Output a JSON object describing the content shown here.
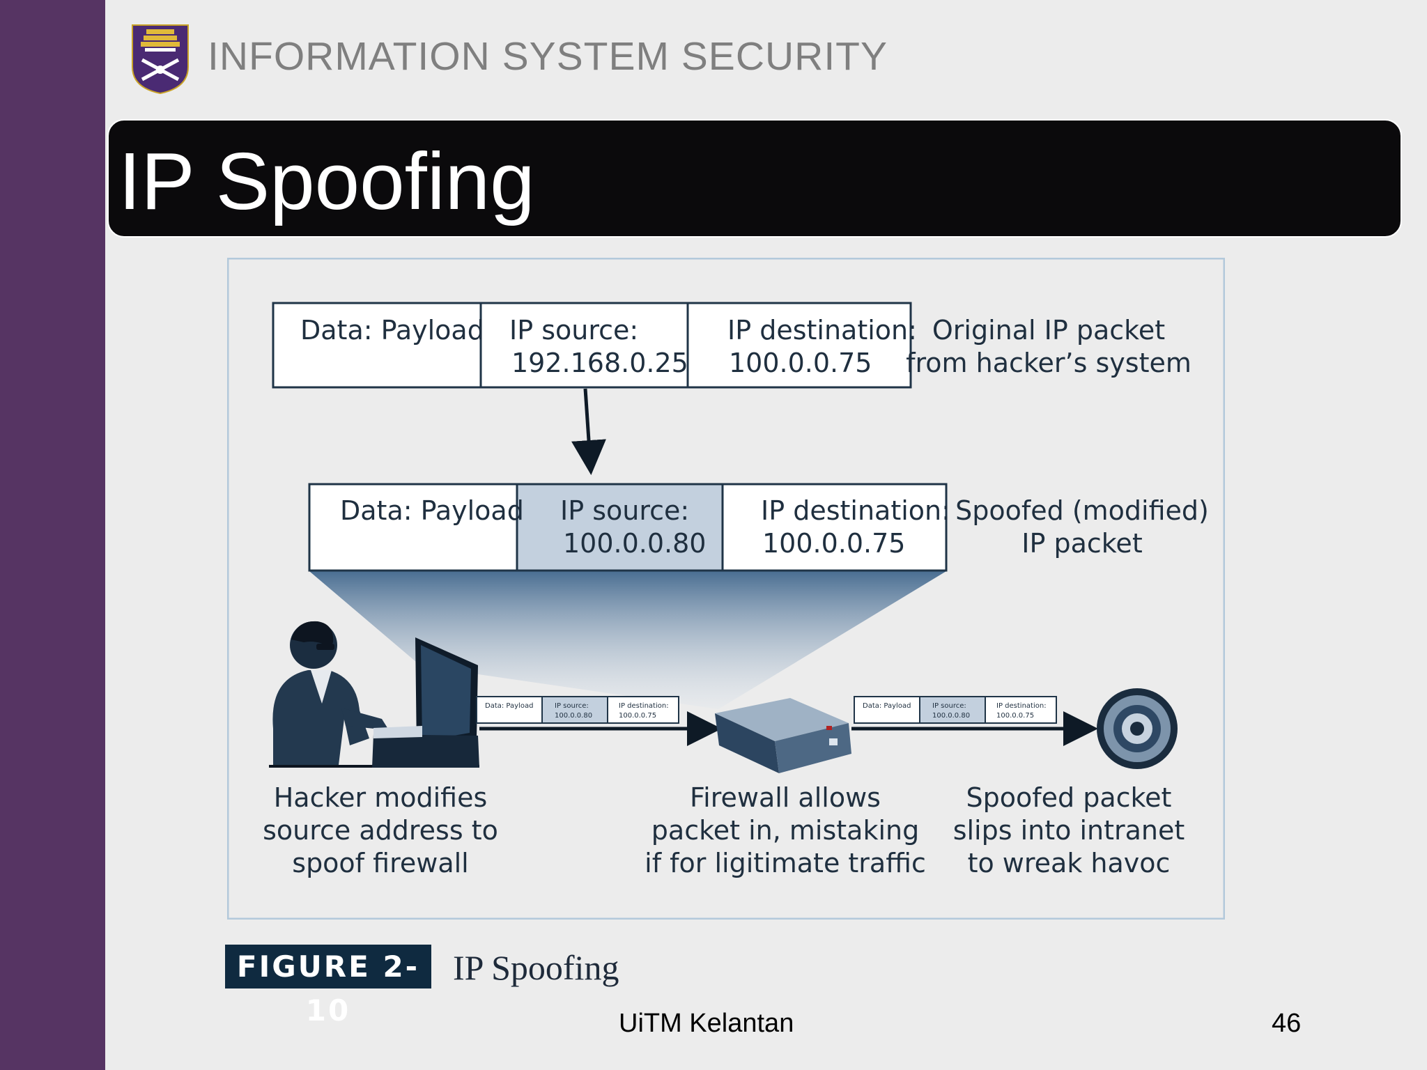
{
  "header": {
    "title": "INFORMATION SYSTEM SECURITY"
  },
  "slide": {
    "title": "IP Spoofing"
  },
  "diagram": {
    "original_packet": {
      "payload": "Data: Payload",
      "source_label": "IP source:",
      "source_value": "192.168.0.25",
      "dest_label": "IP destination:",
      "dest_value": "100.0.0.75",
      "caption_line1": "Original IP packet",
      "caption_line2": "from hacker’s system"
    },
    "spoofed_packet": {
      "payload": "Data: Payload",
      "source_label": "IP source:",
      "source_value": "100.0.0.80",
      "dest_label": "IP destination:",
      "dest_value": "100.0.0.75",
      "caption_line1": "Spoofed (modified)",
      "caption_line2": "IP packet"
    },
    "mini_packet": {
      "payload": "Data: Payload",
      "source_label": "IP source:",
      "source_value": "100.0.0.80",
      "dest_label": "IP destination:",
      "dest_value": "100.0.0.75"
    },
    "hacker_caption": [
      "Hacker modifies",
      "source address to",
      "spoof firewall"
    ],
    "firewall_caption": [
      "Firewall allows",
      "packet in, mistaking",
      "if for ligitimate traffic"
    ],
    "target_caption": [
      "Spoofed packet",
      "slips into intranet",
      "to wreak havoc"
    ],
    "icons": [
      "hacker-icon",
      "monitor-icon",
      "firewall-icon",
      "target-icon"
    ],
    "colors": {
      "packet_border": "#1f3447",
      "highlight_cell": "#c3d0de",
      "frame": "#b3c9db"
    }
  },
  "figure": {
    "label": "FIGURE 2-10",
    "caption": "IP Spoofing"
  },
  "footer": {
    "center": "UiTM Kelantan",
    "page": "46"
  },
  "colors": {
    "sidebar": "#563463",
    "title_bar": "#0b0a0c",
    "header_text": "#7f7f7f"
  }
}
